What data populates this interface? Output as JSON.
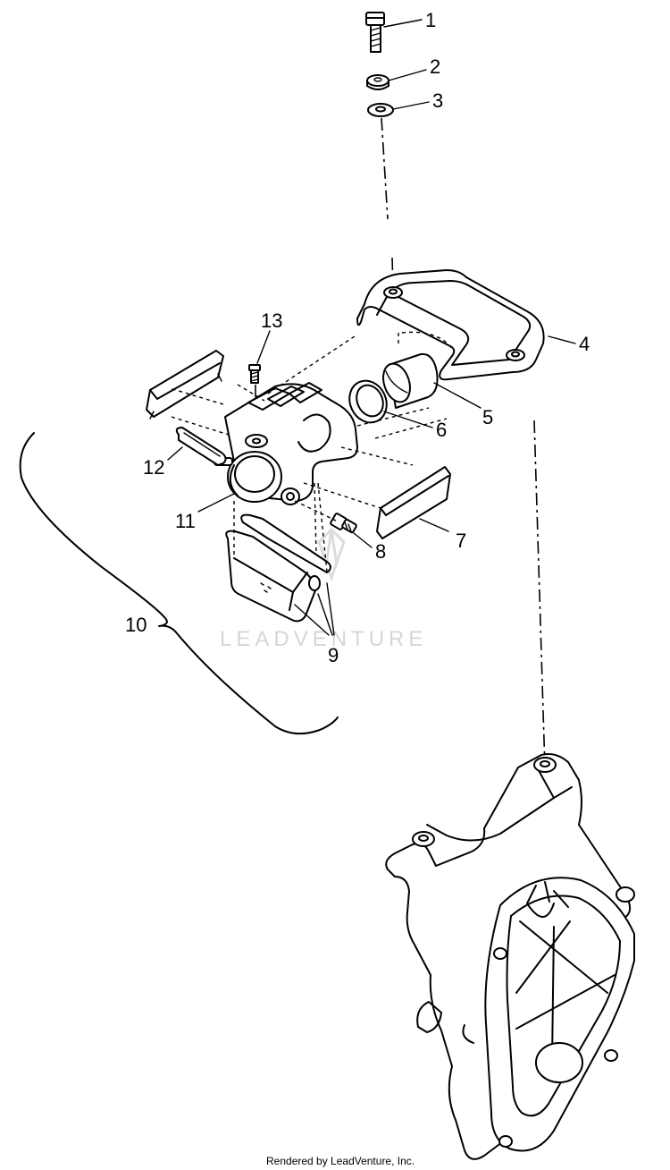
{
  "watermark": "LEADVENTURE",
  "footer": "Rendered by LeadVenture, Inc.",
  "callouts": {
    "c1": "1",
    "c2": "2",
    "c3": "3",
    "c4": "4",
    "c5": "5",
    "c6": "6",
    "c7": "7",
    "c8": "8",
    "c9": "9",
    "c10": "10",
    "c11": "11",
    "c12": "12",
    "c13": "13"
  }
}
